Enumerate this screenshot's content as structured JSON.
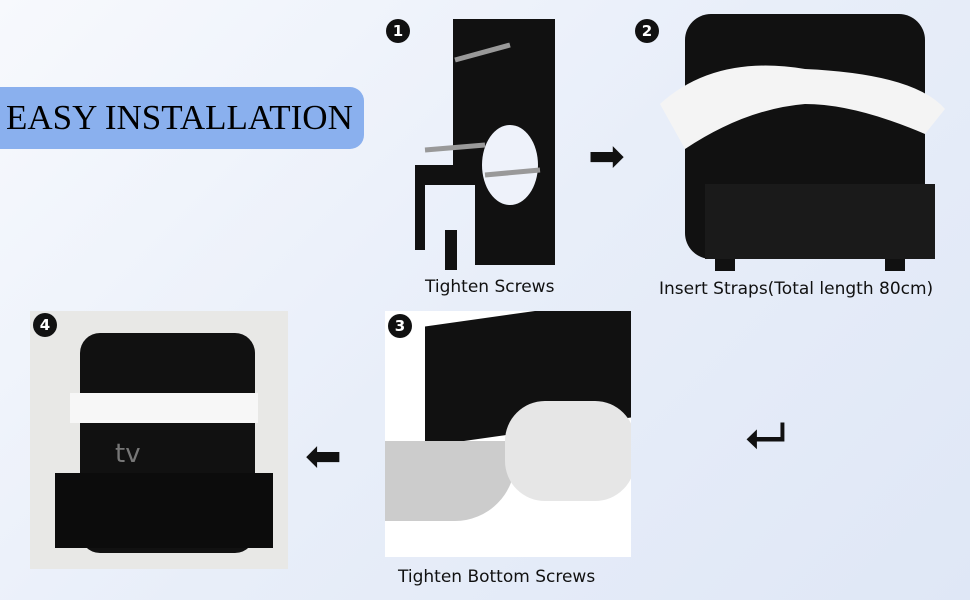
{
  "title": "EASY INSTALLATION",
  "steps": [
    {
      "number": "1",
      "caption": "Tighten Screws"
    },
    {
      "number": "2",
      "caption": "Insert Straps(Total length 80cm)"
    },
    {
      "number": "3",
      "caption": "Tighten Bottom Screws"
    },
    {
      "number": "4",
      "caption": ""
    }
  ],
  "tv_logo": "tv",
  "colors": {
    "badge": "#8ab0ee",
    "bracket": "#111111"
  }
}
